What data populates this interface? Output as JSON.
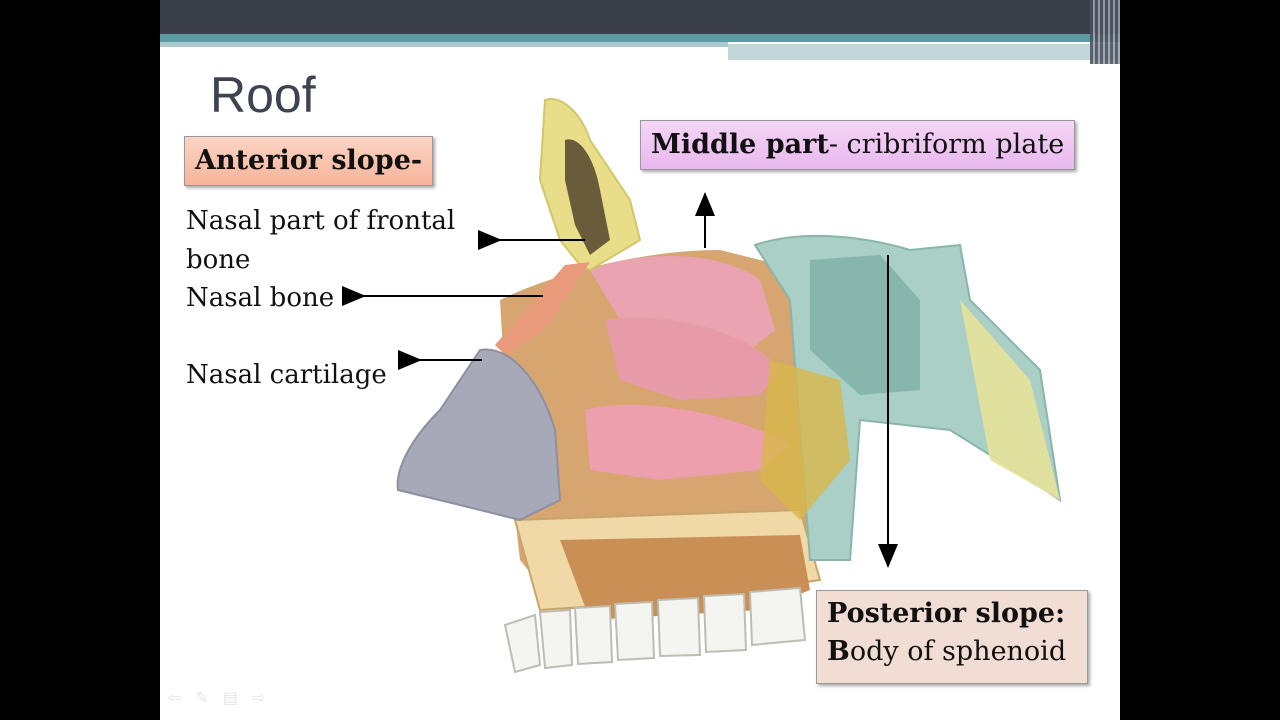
{
  "slide": {
    "title": "Roof",
    "anterior_heading": "Anterior slope-",
    "labels": {
      "frontal": " Nasal part of frontal",
      "frontal_cont": "bone",
      "nasal_bone": "Nasal bone",
      "cartilage": "Nasal cartilage"
    },
    "middle": {
      "bold": "Middle part",
      "rest": "- cribriform plate"
    },
    "posterior": {
      "bold": "Posterior slope:",
      "b_letter": "B",
      "rest": "ody of sphenoid"
    }
  },
  "colors": {
    "background": "#000000",
    "slide": "#ffffff",
    "topbar": "#3a3f4a",
    "accent_teal": "#5b9aa0",
    "anterior_box": "#f6b49a",
    "middle_box": "#e9b8ee",
    "posterior_box": "#f2ddd4",
    "frontal_bone": "#e8de8a",
    "mucosa": "#e79aa8",
    "cartilage": "#a7a9b8",
    "maxilla": "#d7a56f",
    "sphenoid": "#a9cfc7"
  },
  "icons": [
    "arrow-left-icon",
    "pen-icon",
    "menu-icon",
    "arrow-right-icon"
  ]
}
